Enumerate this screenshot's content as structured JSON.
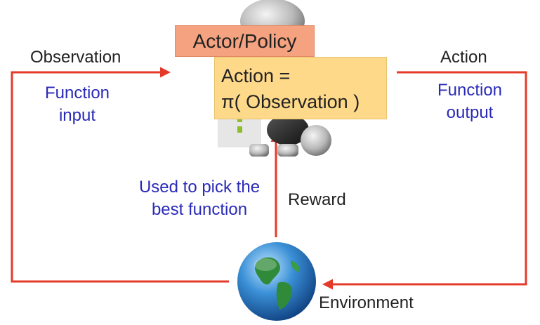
{
  "diagram": {
    "actor_label": "Actor/Policy",
    "action_formula_line1": "Action =",
    "action_formula_line2": "π( Observation )",
    "observation_label": "Observation",
    "observation_note_line1": "Function",
    "observation_note_line2": "input",
    "action_label": "Action",
    "action_note_line1": "Function",
    "action_note_line2": "output",
    "reward_label": "Reward",
    "reward_note_line1": "Used to pick the",
    "reward_note_line2": "best function",
    "environment_label": "Environment"
  },
  "colors": {
    "arrow": "#e53a2a",
    "note_text": "#2a2ab8",
    "actor_box": "#f4a27f",
    "action_box": "#ffd98a"
  },
  "icons": [
    "robot-icon",
    "globe-icon"
  ]
}
